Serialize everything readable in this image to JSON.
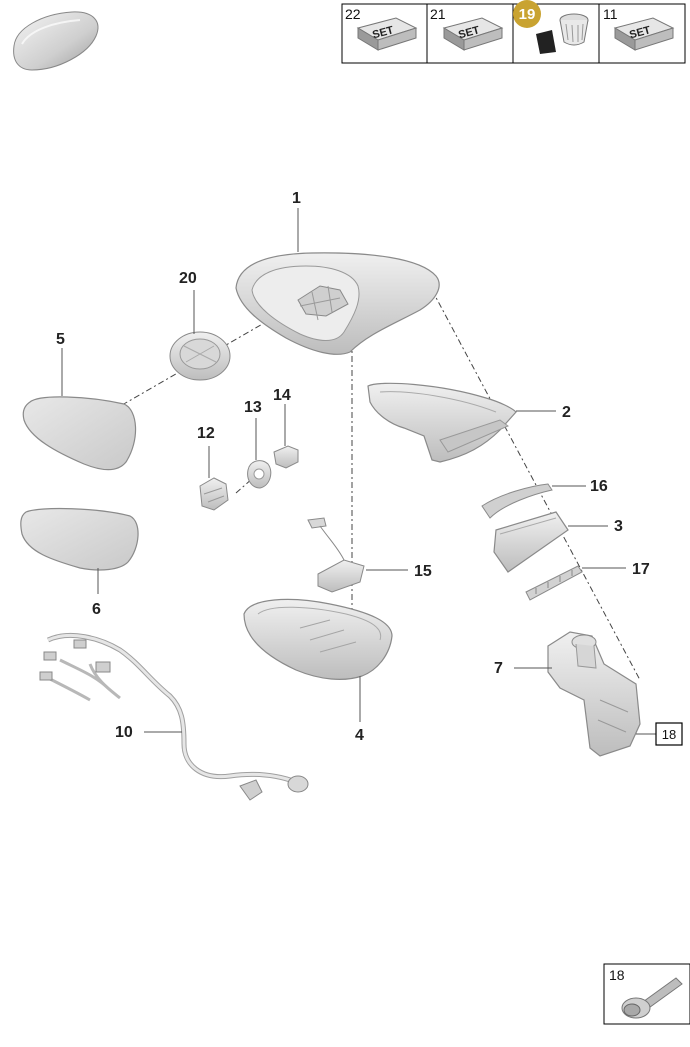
{
  "header_table": {
    "cells": [
      {
        "number": "22",
        "label": "SET"
      },
      {
        "number": "21",
        "label": "SET"
      },
      {
        "number": "19",
        "label": ""
      },
      {
        "number": "11",
        "label": "SET"
      }
    ]
  },
  "callouts": {
    "p1": "1",
    "p2": "2",
    "p3": "3",
    "p4": "4",
    "p5": "5",
    "p6": "6",
    "p7": "7",
    "p10": "10",
    "p12": "12",
    "p13": "13",
    "p14": "14",
    "p15": "15",
    "p16": "16",
    "p17": "17",
    "p18": "18",
    "p20": "20"
  },
  "bottom_box": {
    "number": "18"
  },
  "colors": {
    "part_fill": "#dcdcdc",
    "part_stroke": "#8a8a8a",
    "badge": "#c9a331",
    "line": "#555555"
  }
}
